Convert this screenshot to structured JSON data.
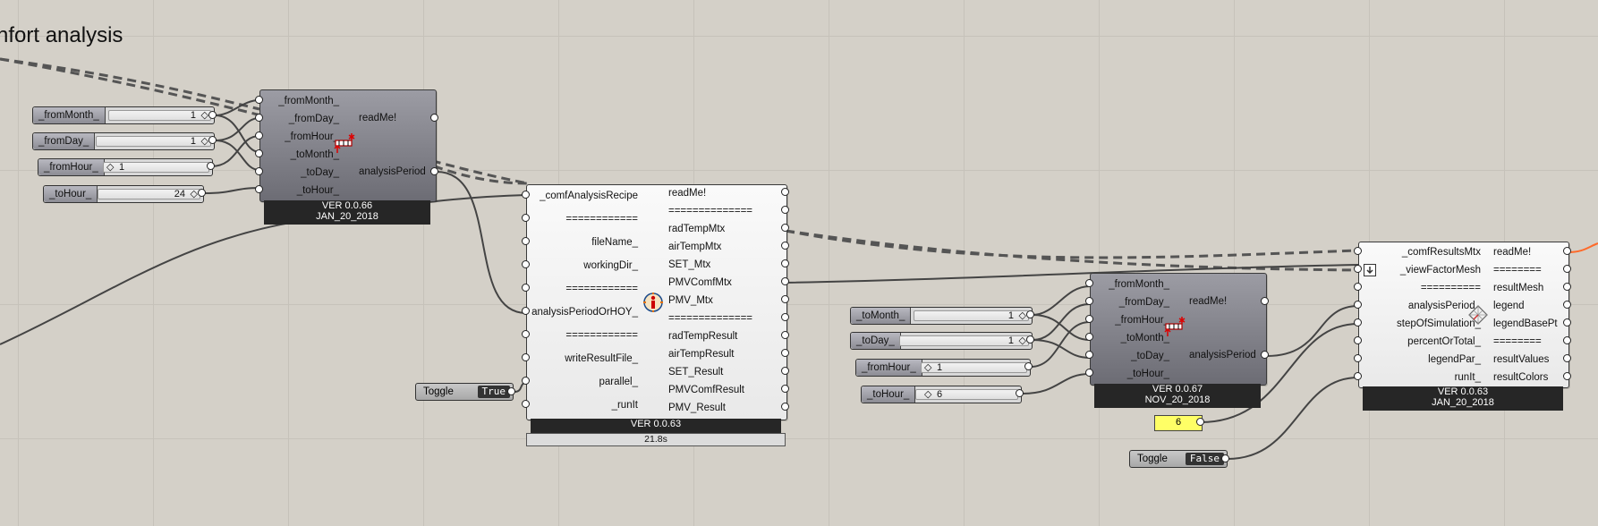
{
  "group_title": "nfort analysis",
  "analysis_period_1": {
    "inputs": [
      "_fromMonth_",
      "_fromDay_",
      "_fromHour_",
      "_toMonth_",
      "_toDay_",
      "_toHour_"
    ],
    "outputs": [
      "readMe!",
      "analysisPeriod"
    ],
    "version": "VER 0.0.66",
    "date": "JAN_20_2018"
  },
  "sliders_1": [
    {
      "label": "_fromMonth_",
      "value": "1"
    },
    {
      "label": "_fromDay_",
      "value": "1"
    },
    {
      "label": "_fromHour_",
      "value": "1"
    },
    {
      "label": "_toHour_",
      "value": "24"
    }
  ],
  "microclimate_map": {
    "inputs": [
      "_comfAnalysisRecipe",
      "============",
      "fileName_",
      "workingDir_",
      "============",
      "analysisPeriodOrHOY_",
      "============",
      "writeResultFile_",
      "parallel_",
      "_runIt"
    ],
    "outputs": [
      "readMe!",
      "==============",
      "radTempMtx",
      "airTempMtx",
      "SET_Mtx",
      "PMVComfMtx",
      "PMV_Mtx",
      "==============",
      "radTempResult",
      "airTempResult",
      "SET_Result",
      "PMVComfResult",
      "PMV_Result"
    ],
    "version": "VER 0.0.63",
    "runtime": "21.8s"
  },
  "toggle_true": {
    "label": "Toggle",
    "value": "True"
  },
  "analysis_period_2": {
    "inputs": [
      "_fromMonth_",
      "_fromDay_",
      "_fromHour_",
      "_toMonth_",
      "_toDay_",
      "_toHour_"
    ],
    "outputs": [
      "readMe!",
      "analysisPeriod"
    ],
    "version": "VER 0.0.67",
    "date": "NOV_20_2018"
  },
  "sliders_2": [
    {
      "label": "_toMonth_",
      "value": "1"
    },
    {
      "label": "_toDay_",
      "value": "1"
    },
    {
      "label": "_fromHour_",
      "value": "1"
    },
    {
      "label": "_toHour_",
      "value": "6"
    }
  ],
  "panel_value": "6",
  "toggle_false": {
    "label": "Toggle",
    "value": "False"
  },
  "visualize_results": {
    "inputs": [
      "_comfResultsMtx",
      "_viewFactorMesh",
      "==========",
      "analysisPeriod_",
      "stepOfSimulation_",
      "percentOrTotal_",
      "legendPar_",
      "runIt_"
    ],
    "outputs": [
      "readMe!",
      "========",
      "resultMesh",
      "legend",
      "legendBasePt",
      "========",
      "resultValues",
      "resultColors"
    ],
    "version": "VER 0.0.63",
    "date": "JAN_20_2018"
  },
  "colors": {
    "canvas": "#d4d0c8",
    "wire": "#404040",
    "panel": "#ffff66",
    "selected_wire": "#ff6a2a"
  },
  "icons": [
    "calendar-clock-icon",
    "person-radiation-icon",
    "mesh-grid-icon",
    "download-arrow-icon"
  ]
}
